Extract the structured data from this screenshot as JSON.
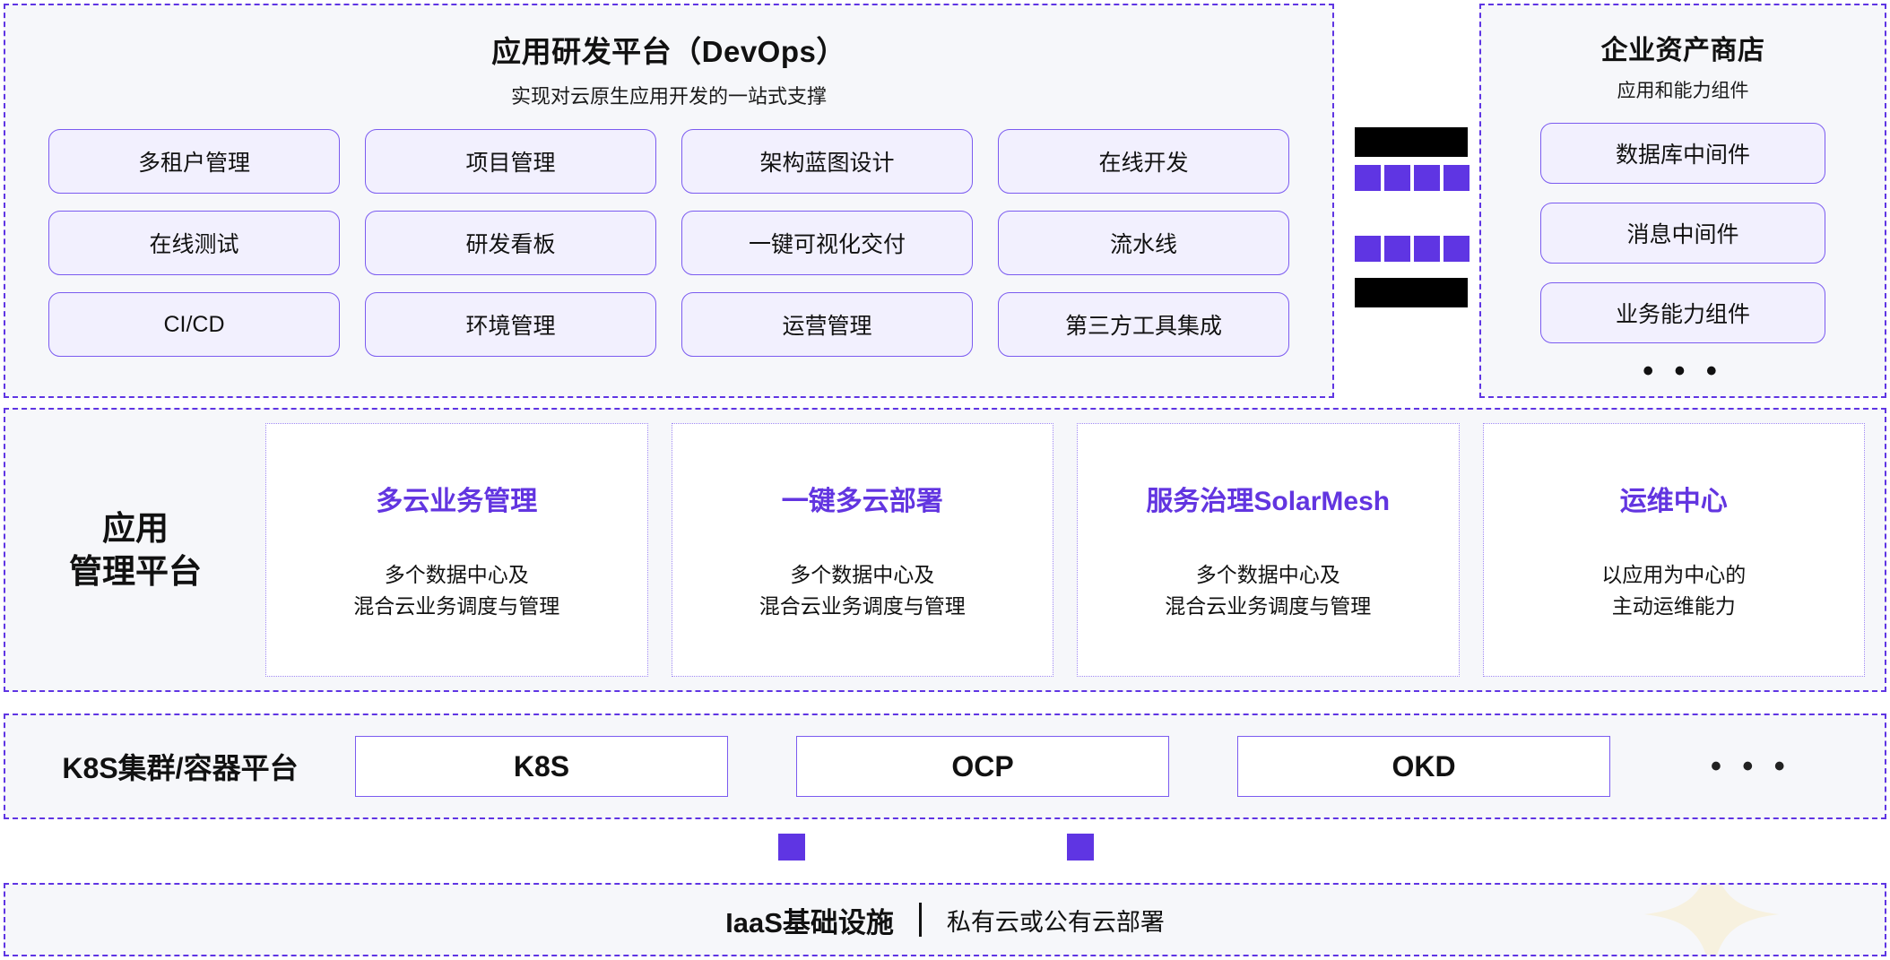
{
  "devops": {
    "title": "应用研发平台（DevOps）",
    "subtitle": "实现对云原生应用开发的一站式支撑",
    "chips": [
      "多租户管理",
      "项目管理",
      "架构蓝图设计",
      "在线开发",
      "在线测试",
      "研发看板",
      "一键可视化交付",
      "流水线",
      "CI/CD",
      "环境管理",
      "运营管理",
      "第三方工具集成"
    ]
  },
  "bridge": {
    "redacted_top": "",
    "redacted_bottom": "",
    "square_count_top": 4,
    "square_count_bottom": 4
  },
  "asset_store": {
    "title": "企业资产商店",
    "subtitle": "应用和能力组件",
    "items": [
      "数据库中间件",
      "消息中间件",
      "业务能力组件"
    ],
    "more": "• • •"
  },
  "manage": {
    "label_line1": "应用",
    "label_line2": "管理平台",
    "cards": [
      {
        "title": "多云业务管理",
        "desc_line1": "多个数据中心及",
        "desc_line2": "混合云业务调度与管理"
      },
      {
        "title": "一键多云部署",
        "desc_line1": "多个数据中心及",
        "desc_line2": "混合云业务调度与管理"
      },
      {
        "title": "服务治理SolarMesh",
        "desc_line1": "多个数据中心及",
        "desc_line2": "混合云业务调度与管理"
      },
      {
        "title": "运维中心",
        "desc_line1": "以应用为中心的",
        "desc_line2": "主动运维能力"
      }
    ]
  },
  "k8s": {
    "label": "K8S集群/容器平台",
    "boxes": [
      "K8S",
      "OCP",
      "OKD"
    ],
    "more": "• • •"
  },
  "iaas": {
    "title": "IaaS基础设施",
    "divider": "|",
    "desc": "私有云或公有云部署"
  },
  "colors": {
    "accent_purple": "#5f35e3",
    "title_purple": "#6235e0",
    "chip_fill": "#f2f0fe",
    "chip_border": "#7b5bf0",
    "section_bg": "#f6f7fa",
    "redaction": "#000000",
    "sparkle": "#f7f1df"
  }
}
